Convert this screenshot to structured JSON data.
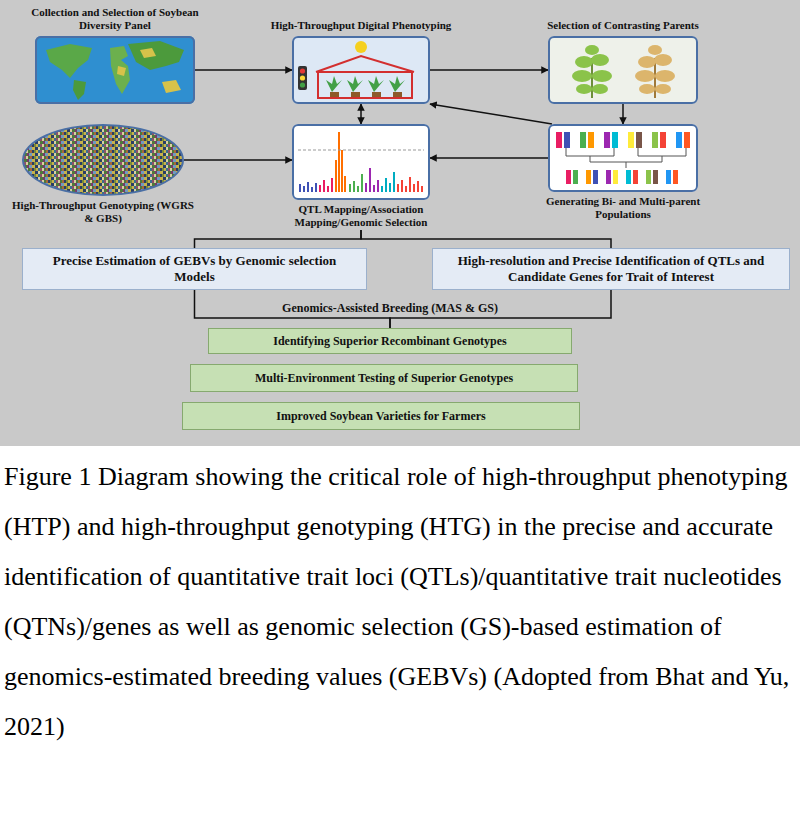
{
  "diagram": {
    "caption": "Figure 1 Diagram showing the critical role of high-throughput phenotyping (HTP) and high-throughput genotyping (HTG) in the precise and accurate identification of quantitative trait loci (QTLs)/quantitative trait nucleotides (QTNs)/genes as well as genomic selection (GS)-based estimation of genomics-estimated breeding values (GEBVs) (Adopted from Bhat and Yu, 2021)",
    "nodes": [
      {
        "text": [
          "Collection and Selection of Soybean Diversity Panel"
        ]
      },
      {
        "text": [
          "High-Throughput Digital Phenotyping"
        ]
      },
      {
        "text": [
          "Selection of Contrasting Parents"
        ]
      },
      {
        "text": [
          "High-Throughput Genotyping (WGRS & GBS)"
        ]
      },
      {
        "text": [
          "QTL Mapping/Association Mapping/Genomic Selection"
        ]
      },
      {
        "text": [
          "Generating Bi- and Multi-parent Populations"
        ]
      },
      {
        "text": [
          "Precise Estimation of GEBVs by Genomic selection Models"
        ]
      },
      {
        "text": [
          "High-resolution and Precise Identification of QTLs and Candidate Genes for Trait of Interest"
        ]
      },
      {
        "text": [
          "Identifying Superior Recombinant Genotypes"
        ]
      },
      {
        "text": [
          "Multi-Environment Testing of Superior Genotypes"
        ]
      },
      {
        "text": [
          "Improved Soybean Varieties for Farmers"
        ]
      }
    ],
    "edges": [
      {
        "from": 0,
        "to": 1,
        "arrow": "to"
      },
      {
        "from": 1,
        "to": 2,
        "arrow": "to"
      },
      {
        "from": 2,
        "to": 5,
        "arrow": "to"
      },
      {
        "from": 5,
        "to": 1,
        "arrow": "to"
      },
      {
        "from": 1,
        "to": 4,
        "arrow": "both"
      },
      {
        "from": 3,
        "to": 4,
        "arrow": "to"
      },
      {
        "from": 5,
        "to": 4,
        "arrow": "to"
      },
      {
        "from": 4,
        "to": 6,
        "arrow": "none"
      },
      {
        "from": 4,
        "to": 7,
        "arrow": "none"
      },
      {
        "from": 6,
        "to": 8,
        "arrow": "none"
      },
      {
        "from": 7,
        "to": 8,
        "arrow": "none"
      }
    ],
    "labels": [
      "Genomics-Assisted Breeding (MAS & GS)"
    ]
  }
}
